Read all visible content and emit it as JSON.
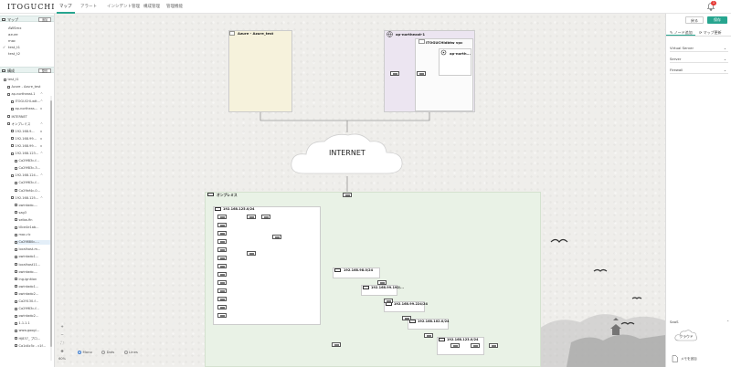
{
  "header": {
    "logo": "ITOGUCHI",
    "tabs": [
      "マップ",
      "アラート",
      "インシデント管理",
      "構成管理",
      "管理機能"
    ],
    "notification_count": "1"
  },
  "sidebar": {
    "maps_section": {
      "title": "マップ",
      "button": "追加"
    },
    "maps": [
      {
        "label": "AWSmx",
        "checked": false
      },
      {
        "label": "azure",
        "checked": false
      },
      {
        "label": "mac",
        "checked": false
      },
      {
        "label": "test_t1",
        "checked": true
      },
      {
        "label": "test_t2",
        "checked": false
      }
    ],
    "structure_section": {
      "title": "構成",
      "button": "整形"
    },
    "tree": [
      {
        "label": "test_t1",
        "indent": 0,
        "chevron": ""
      },
      {
        "label": "Azure - Azure_test",
        "indent": 1,
        "chevron": ""
      },
      {
        "label": "ap-northeast-1",
        "indent": 1,
        "chevron": "^"
      },
      {
        "label": "ITOGUCHI-wtt...",
        "indent": 2,
        "chevron": "^"
      },
      {
        "label": "ap-northeas...",
        "indent": 2,
        "chevron": "v"
      },
      {
        "label": "INTERNET",
        "indent": 1,
        "chevron": ""
      },
      {
        "label": "オンプレミス",
        "indent": 1,
        "chevron": "^"
      },
      {
        "label": "192.168.9...",
        "indent": 2,
        "chevron": "v"
      },
      {
        "label": "192.168.99...",
        "indent": 2,
        "chevron": "v"
      },
      {
        "label": "192.168.99...",
        "indent": 2,
        "chevron": "v"
      },
      {
        "label": "192.168.123...",
        "indent": 2,
        "chevron": "^"
      },
      {
        "label": "Ca29f83c-f...",
        "indent": 3,
        "chevron": ""
      },
      {
        "label": "Ca29f83c-3...",
        "indent": 3,
        "chevron": ""
      },
      {
        "label": "192.168.124...",
        "indent": 2,
        "chevron": "^"
      },
      {
        "label": "Ca29f63c-f...",
        "indent": 3,
        "chevron": ""
      },
      {
        "label": "Ca29bf4c-0...",
        "indent": 3,
        "chevron": ""
      },
      {
        "label": "192.168.125...",
        "indent": 2,
        "chevron": "^"
      },
      {
        "label": "owintado-...",
        "indent": 3,
        "chevron": ""
      },
      {
        "label": "sag3",
        "indent": 3,
        "chevron": ""
      },
      {
        "label": "selba-fin",
        "indent": 3,
        "chevron": ""
      },
      {
        "label": "t0ce4e1ab...",
        "indent": 3,
        "chevron": ""
      },
      {
        "label": "mac-rlc",
        "indent": 3,
        "chevron": ""
      },
      {
        "label": "Ca29880c-...",
        "indent": 3,
        "chevron": "",
        "selected": true
      },
      {
        "label": "localhost-m...",
        "indent": 3,
        "chevron": ""
      },
      {
        "label": "owintado1...",
        "indent": 3,
        "chevron": ""
      },
      {
        "label": "localhost11...",
        "indent": 3,
        "chevron": ""
      },
      {
        "label": "owintado-...",
        "indent": 3,
        "chevron": ""
      },
      {
        "label": "ing-ignition",
        "indent": 3,
        "chevron": ""
      },
      {
        "label": "owintado1...",
        "indent": 3,
        "chevron": ""
      },
      {
        "label": "owintado2...",
        "indent": 3,
        "chevron": ""
      },
      {
        "label": "Ca29130-f...",
        "indent": 3,
        "chevron": ""
      },
      {
        "label": "Ca29f63c-f...",
        "indent": 3,
        "chevron": ""
      },
      {
        "label": "owintado2...",
        "indent": 3,
        "chevron": ""
      },
      {
        "label": "1.1.1.1",
        "indent": 3,
        "chevron": ""
      },
      {
        "label": "www.googl...",
        "indent": 3,
        "chevron": ""
      },
      {
        "label": "HJ837_ プロ...",
        "indent": 3,
        "chevron": ""
      },
      {
        "label": "Ca1d4c5c - c1f...",
        "indent": 3,
        "chevron": ""
      }
    ]
  },
  "canvas": {
    "azure_box_label": "Azure - Azure_test",
    "aws_box_label": "ap-northeast-1",
    "aws_vpc_label": "ITOGUCHIdbtw vpc",
    "aws_subnet_label": "ap-north...",
    "internet_label": "INTERNET",
    "onprem_label": "オンプレミス",
    "subnets": [
      "192.168.125.0/24",
      "192.168.98.0/24",
      "192.168.99.192/...",
      "192.168.99.224/24",
      "192.168.102.0/24",
      "192.168.123.0/24"
    ],
    "zoom_level": "60%",
    "legend": [
      {
        "label": "Mono",
        "active": true
      },
      {
        "label": "Dots",
        "active": false
      },
      {
        "label": "Lines",
        "active": false
      }
    ]
  },
  "right_panel": {
    "back_button": "戻る",
    "save_button": "保存",
    "tabs": [
      "ノード追加",
      "マップ更新"
    ],
    "categories": [
      "Virtual Server",
      "Server",
      "Firewall"
    ],
    "saas_title": "SaaS",
    "saas_cloud_label": "クラウド",
    "saas_doc_label": "メモを追加"
  }
}
